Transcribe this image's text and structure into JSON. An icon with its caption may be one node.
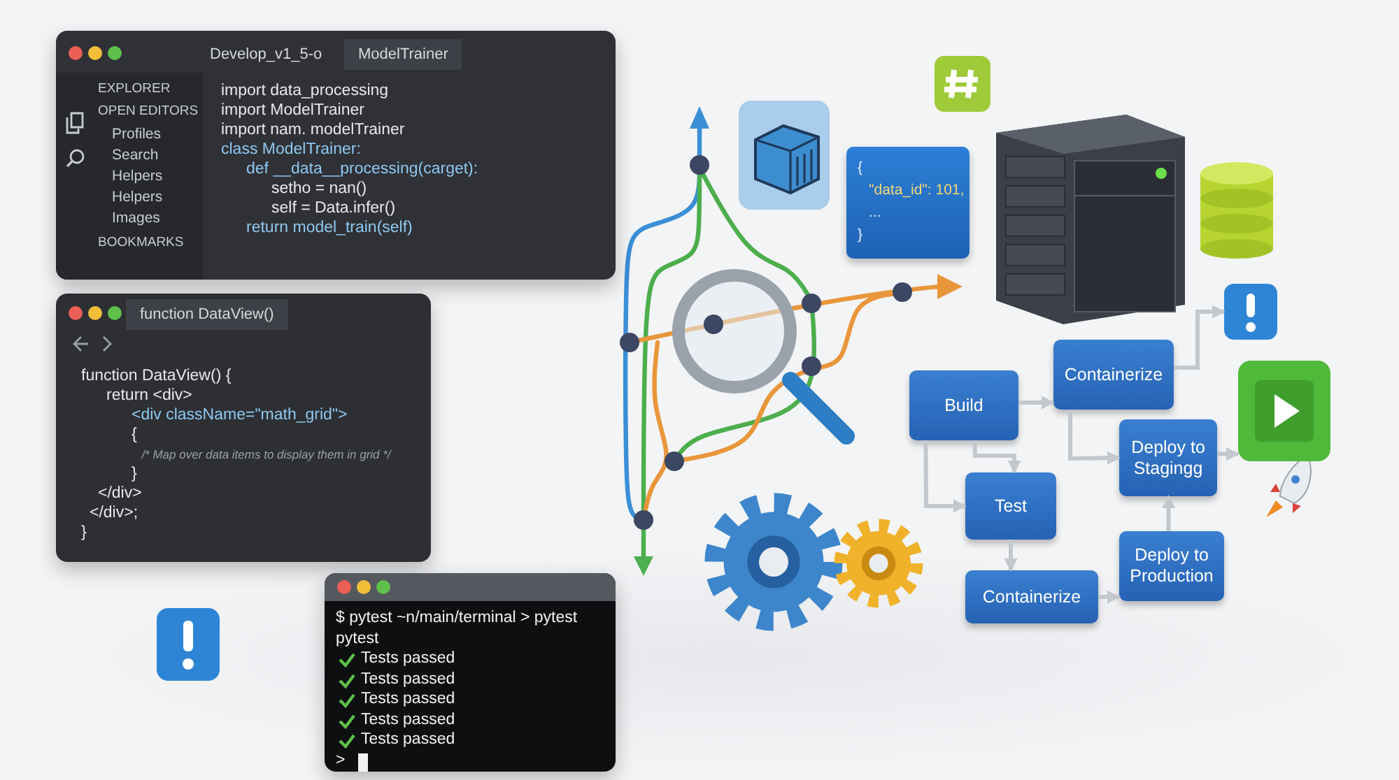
{
  "diagram": {
    "nodes": [
      {
        "text": [
          "Develop_v1_5-o",
          "ModelTrainer",
          "EXPLORER",
          "OPEN EDITORS",
          "Profiles",
          "Search",
          "Helpers",
          "Helpers",
          "Images",
          "BOOKMARKS",
          "import data_processing",
          "import ModelTrainer",
          "import nam. modelTrainer",
          "class ModelTrainer:",
          "def __data__processing(carget):",
          "setho = nan()",
          "self = Data.infer()",
          "return model_train(self)"
        ]
      },
      {
        "text": [
          "function DataView()",
          "function DataView() {",
          "return <div>",
          "<div className=\"math_grid\">",
          "{",
          "/* Map over data items to display them in grid */",
          "}",
          "</div>",
          "</div>;",
          "}"
        ]
      },
      {
        "text": [
          "$ pytest ~n/main/terminal > pytest",
          "pytest",
          "Tests passed",
          "Tests passed",
          "Tests passed",
          "Tests passed",
          "Tests passed",
          ">"
        ]
      },
      {
        "text": [
          "{",
          "\"data_id\": 101,",
          "...",
          "}"
        ]
      },
      {
        "text": [
          "Build"
        ]
      },
      {
        "text": [
          "Containerize"
        ]
      },
      {
        "text": [
          "Test"
        ]
      },
      {
        "text": [
          "Deploy to Stagingg"
        ]
      },
      {
        "text": [
          "Containerize"
        ]
      },
      {
        "text": [
          "Deploy to Production"
        ]
      },
      {
        "text": [],
        "shape": "picture"
      },
      {
        "text": [],
        "shape": "picture"
      }
    ],
    "edges": [
      {
        "from": 4,
        "to": 5,
        "arrow": "to"
      },
      {
        "from": 4,
        "to": 6,
        "arrow": "to"
      },
      {
        "from": 4,
        "to": 6,
        "arrow": "to"
      },
      {
        "from": 5,
        "to": 7,
        "arrow": "to"
      },
      {
        "from": 5,
        "to": 10,
        "arrow": "to"
      },
      {
        "from": 7,
        "to": 11,
        "arrow": "to"
      },
      {
        "from": 6,
        "to": 8,
        "arrow": "to"
      },
      {
        "from": 8,
        "to": 9,
        "arrow": "to"
      },
      {
        "from": 9,
        "to": 7,
        "arrow": "to"
      }
    ]
  }
}
